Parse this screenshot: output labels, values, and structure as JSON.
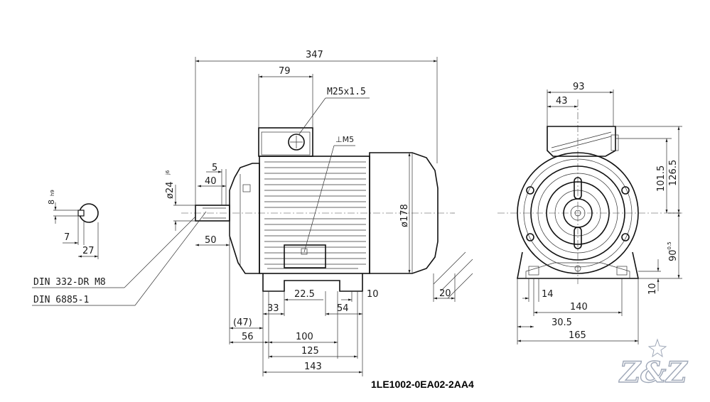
{
  "drawing": {
    "part_number": "1LE1002-0EA02-2AA4",
    "watermark": "Z&Z",
    "side_view": {
      "overall_length": "347",
      "terminal_box_offset": "79",
      "cable_gland": "M25x1.5",
      "earth_thread": "⊥M5",
      "frame_diameter": "ø178",
      "shaft_diameter": "ø24",
      "shaft_tolerance": "j6",
      "shaft_shoulder": "5",
      "shaft_key_length": "40",
      "shaft_length": "50",
      "foot_offset": "22.5",
      "foot_height_left": "10",
      "base_allowance": "20",
      "foot_clearance": "33",
      "foot_length": "54",
      "shaft_ref_bracket": "(47)",
      "shaft_to_foot": "56",
      "foot_hole_spacing": "100",
      "foot_span": "125",
      "base_length": "143",
      "note_center_hole": "DIN 332-DR M8",
      "note_key": "DIN 6885-1"
    },
    "key_section": {
      "key_width": "8",
      "key_tolerance": "h9",
      "key_depth": "7",
      "key_height": "27"
    },
    "end_view": {
      "box_width": "93",
      "box_offset": "43",
      "center_to_box": "101.5",
      "top_to_center": "126.5",
      "shaft_height": "90",
      "shaft_height_tolerance": "-0.5",
      "foot_thickness": "10",
      "foot_hole": "14",
      "foot_hole_spacing": "140",
      "foot_edge": "30.5",
      "base_width": "165"
    }
  }
}
